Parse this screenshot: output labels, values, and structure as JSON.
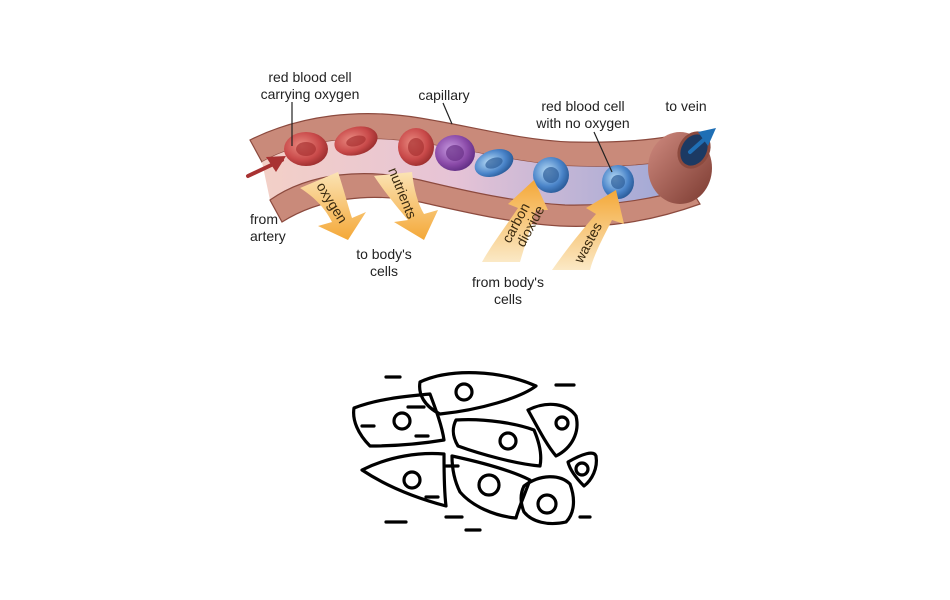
{
  "labels": {
    "rbc_oxygen_line1": "red blood cell",
    "rbc_oxygen_line2": "carrying oxygen",
    "capillary": "capillary",
    "rbc_no_oxygen_line1": "red blood cell",
    "rbc_no_oxygen_line2": "with no oxygen",
    "to_vein": "to vein",
    "from_artery_line1": "from",
    "from_artery_line2": "artery",
    "to_cells_line1": "to body's",
    "to_cells_line2": "cells",
    "from_cells_line1": "from body's",
    "from_cells_line2": "cells"
  },
  "arrows": {
    "oxygen": "oxygen",
    "nutrients": "nutrients",
    "carbon_line1": "carbon",
    "carbon_line2": "dioxide",
    "wastes": "wastes"
  },
  "colors": {
    "vessel_wall": "#c98a7a",
    "vessel_wall_dark": "#8c4a3e",
    "vessel_lumen": "#f2c9c0",
    "oxygenated_cell": "#c94a4a",
    "deoxygenated_cell": "#4a84c9",
    "purple_cell": "#8a4aa8",
    "exchange_arrow": "#f7b24a",
    "artery_arrow": "#a83232",
    "vein_arrow": "#1f6fb5",
    "tissue_ink": "#000000"
  }
}
